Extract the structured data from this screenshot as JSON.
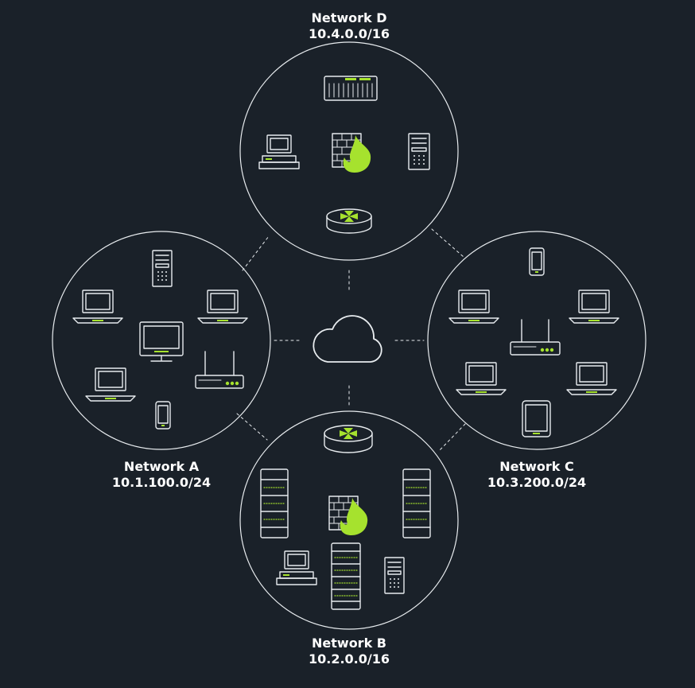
{
  "colors": {
    "background": "#1a2129",
    "stroke": "#e8ecef",
    "accent": "#a6e22e"
  },
  "networks": {
    "d": {
      "name": "Network D",
      "cidr": "10.4.0.0/16"
    },
    "a": {
      "name": "Network A",
      "cidr": "10.1.100.0/24"
    },
    "c": {
      "name": "Network C",
      "cidr": "10.3.200.0/24"
    },
    "b": {
      "name": "Network B",
      "cidr": "10.2.0.0/16"
    }
  },
  "center": {
    "icon": "cloud-icon"
  }
}
